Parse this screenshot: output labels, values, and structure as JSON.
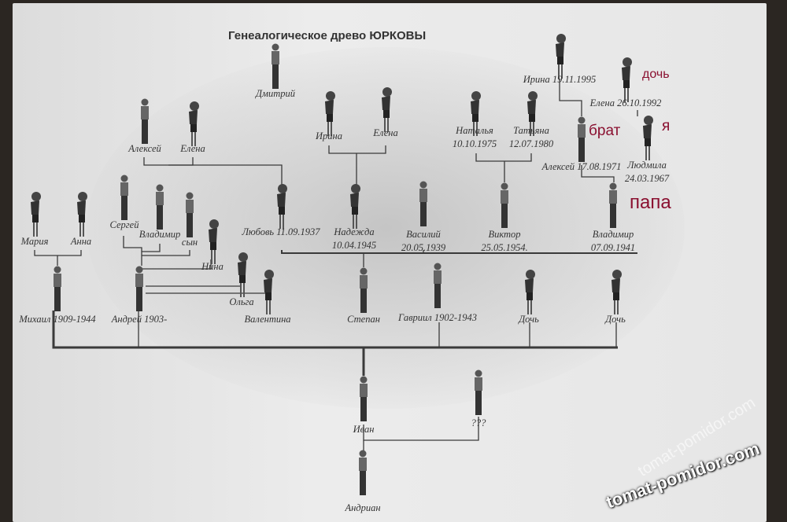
{
  "title": "Генеалогическое древо ЮРКОВЫ",
  "people": [
    {
      "name": "Дмитрий",
      "gender": "m"
    },
    {
      "name": "Алексей",
      "gender": "m"
    },
    {
      "name": "Елена",
      "gender": "f"
    },
    {
      "name": "Ирина",
      "gender": "f"
    },
    {
      "name": "Елена",
      "gender": "f"
    },
    {
      "name": "Наталья",
      "date": "10.10.1975",
      "gender": "f"
    },
    {
      "name": "Татьяна",
      "date": "12.07.1980",
      "gender": "f"
    },
    {
      "name": "Ирина 19.11.1995",
      "gender": "f"
    },
    {
      "name": "Елена 26.10.1992",
      "gender": "f"
    },
    {
      "name": "Алексей 17.08.1971",
      "gender": "m"
    },
    {
      "name": "Людмила",
      "date": "24.03.1967",
      "gender": "f"
    },
    {
      "name": "Мария",
      "gender": "f"
    },
    {
      "name": "Анна",
      "gender": "f"
    },
    {
      "name": "Сергей",
      "gender": "m"
    },
    {
      "name": "Владимир",
      "gender": "m"
    },
    {
      "name": "сын",
      "gender": "m"
    },
    {
      "name": "Нина",
      "gender": "f"
    },
    {
      "name": "Любовь 11.09.1937",
      "gender": "f"
    },
    {
      "name": "Надежда",
      "date": "10.04.1945",
      "gender": "f"
    },
    {
      "name": "Василий",
      "date": "20.05.1939",
      "gender": "m"
    },
    {
      "name": "Виктор",
      "date": "25.05.1954.",
      "gender": "m"
    },
    {
      "name": "Владимир",
      "date": "07.09.1941",
      "gender": "m"
    },
    {
      "name": "Михаил 1909-1944",
      "gender": "m"
    },
    {
      "name": "Андрей 1903-",
      "gender": "m"
    },
    {
      "name": "Ольга",
      "gender": "f"
    },
    {
      "name": "Валентина",
      "gender": "f"
    },
    {
      "name": "Степан",
      "gender": "m"
    },
    {
      "name": "Гавриил 1902-1943",
      "gender": "m"
    },
    {
      "name": "Дочь",
      "gender": "f"
    },
    {
      "name": "Дочь",
      "gender": "f"
    },
    {
      "name": "Иван",
      "gender": "m"
    },
    {
      "name": "???",
      "gender": "m"
    },
    {
      "name": "Андриан",
      "gender": "m"
    }
  ],
  "annotations": {
    "daughter": "дочь",
    "brother": "брат",
    "me": "я",
    "dad": "папа"
  },
  "watermark": "tomat-pomidor.com",
  "colors": {
    "annotation": "#8a1030",
    "line": "#3a3a3a"
  }
}
